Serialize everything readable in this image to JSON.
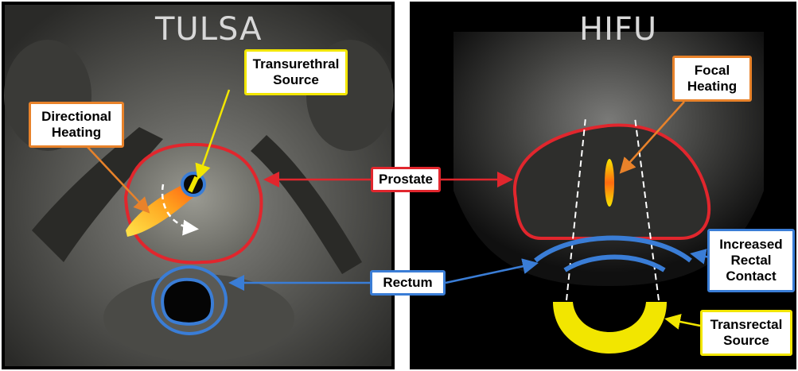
{
  "panels": {
    "left_title": "TULSA",
    "right_title": "HIFU"
  },
  "labels": {
    "transurethral_source": "Transurethral\nSource",
    "directional_heating": "Directional\nHeating",
    "prostate": "Prostate",
    "rectum": "Rectum",
    "focal_heating": "Focal\nHeating",
    "increased_rectal_contact": "Increased\nRectal\nContact",
    "transrectal_source": "Transrectal\nSource"
  },
  "colors": {
    "prostate_outline": "#e1262d",
    "rectum_outline": "#3a7dd6",
    "source_yellow": "#f2e600",
    "heating_orange": "#e8822a",
    "background_black": "#000000"
  }
}
